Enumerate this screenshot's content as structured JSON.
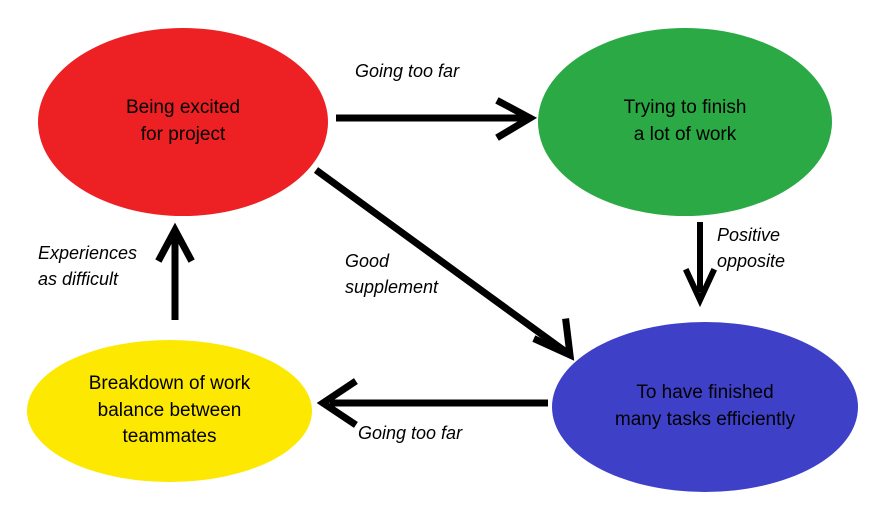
{
  "diagram": {
    "background_color": "#FFFFFF",
    "nodes": [
      {
        "id": "excited",
        "label": "Being excited\nfor project",
        "color": "#ED2024"
      },
      {
        "id": "trying",
        "label": "Trying to finish\na lot of work",
        "color": "#2BA945"
      },
      {
        "id": "finished",
        "label": "To have finished\nmany tasks efficiently",
        "color": "#3F40C8"
      },
      {
        "id": "breakdown",
        "label": "Breakdown of work\nbalance between\nteammates",
        "color": "#FCE800"
      }
    ],
    "edges": [
      {
        "id": "excited-to-trying",
        "label": "Going too far",
        "from": "excited",
        "to": "trying"
      },
      {
        "id": "trying-to-finished",
        "label": "Positive\nopposite",
        "from": "trying",
        "to": "finished"
      },
      {
        "id": "excited-to-finished",
        "label": "Good\nsupplement",
        "from": "excited",
        "to": "finished"
      },
      {
        "id": "finished-to-breakdown",
        "label": "Going too far",
        "from": "finished",
        "to": "breakdown"
      },
      {
        "id": "breakdown-to-excited",
        "label": "Experiences\nas difficult",
        "from": "breakdown",
        "to": "excited"
      }
    ],
    "edge_color": "#000000"
  }
}
